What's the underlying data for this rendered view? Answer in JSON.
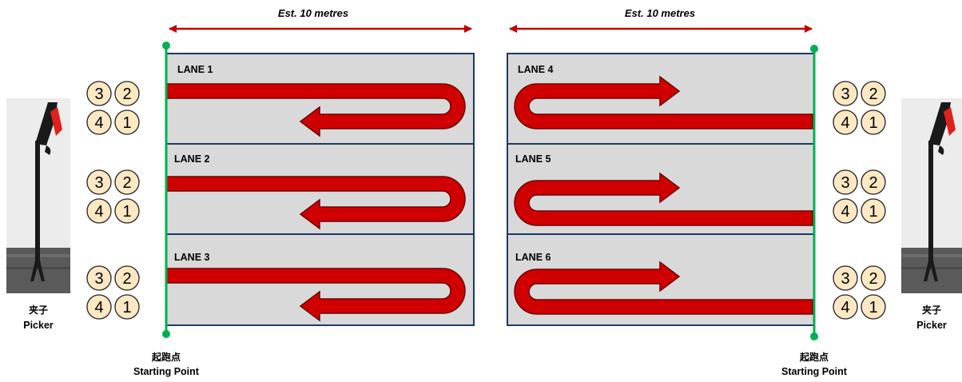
{
  "distance_left": "Est. 10 metres",
  "distance_right": "Est. 10 metres",
  "lanes": [
    {
      "label": "LANE 1"
    },
    {
      "label": "LANE 2"
    },
    {
      "label": "LANE 3"
    },
    {
      "label": "LANE 4"
    },
    {
      "label": "LANE 5"
    },
    {
      "label": "LANE 6"
    }
  ],
  "start_left": {
    "zh": "起跑点",
    "en": "Starting Point"
  },
  "start_right": {
    "zh": "起跑点",
    "en": "Starting Point"
  },
  "picker_left": {
    "zh": "夹子",
    "en": "Picker"
  },
  "picker_right": {
    "zh": "夹子",
    "en": "Picker"
  },
  "number_grid": [
    "3",
    "2",
    "4",
    "1"
  ],
  "colors": {
    "arrow": "#d00000",
    "arrow_outline": "#6e0000",
    "lane_fill": "#d9d9d9",
    "lane_border": "#1f3864",
    "start_line": "#00b050",
    "dimension": "#c00000",
    "circle_fill": "#fde8c4"
  }
}
